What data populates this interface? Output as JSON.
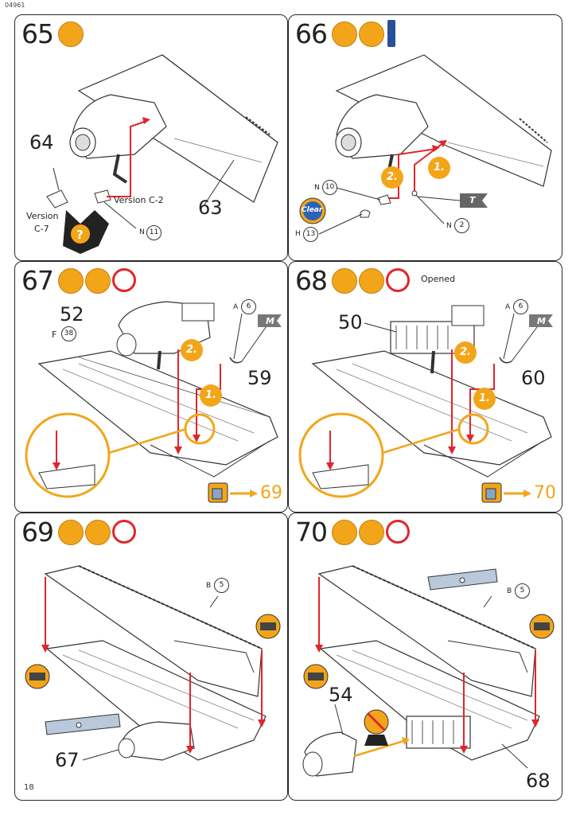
{
  "header": {
    "code": "04961",
    "page_number": "18"
  },
  "colors": {
    "accent": "#f3a51a",
    "arrow_red": "#e0262b",
    "outline": "#2a2a2a",
    "callout": "#f3a51a"
  },
  "panels": [
    {
      "step": "65",
      "icons": [
        "glue-icon"
      ],
      "labels": {
        "part_wing": "63",
        "part_small": "64",
        "version_a": "Version",
        "version_a2": "C-7",
        "version_b": "Version C-2",
        "ref_letter": "N",
        "ref_num": "11"
      }
    },
    {
      "step": "66",
      "icons": [
        "glue-icon",
        "paint-icon",
        "clear-glue-tube-icon"
      ],
      "labels": {
        "n10_letter": "N",
        "n10_num": "10",
        "h13_letter": "H",
        "h13_num": "13",
        "n2_letter": "N",
        "n2_num": "2",
        "clear_badge": "Clear",
        "badge_1": "1.",
        "badge_2": "2.",
        "flag": "T"
      }
    },
    {
      "step": "67",
      "icons": [
        "question-icon",
        "glue-icon",
        "clock-icon"
      ],
      "labels": {
        "part_engine": "52",
        "f_letter": "F",
        "f_num": "38",
        "a_letter": "A",
        "a_num": "6",
        "flag": "M",
        "part_wing": "59",
        "badge_1": "1.",
        "badge_2": "2.",
        "next_step": "69"
      }
    },
    {
      "step": "68",
      "icons": [
        "question-icon",
        "glue-icon",
        "clock-icon"
      ],
      "extra_text": "Opened",
      "labels": {
        "part_engine": "50",
        "a_letter": "A",
        "a_num": "6",
        "flag": "M",
        "part_wing": "60",
        "badge_1": "1.",
        "badge_2": "2.",
        "next_step": "70"
      }
    },
    {
      "step": "69",
      "icons": [
        "question-icon",
        "glue-icon",
        "clock-icon"
      ],
      "labels": {
        "b_letter": "B",
        "b_num": "5",
        "part_ref": "67"
      }
    },
    {
      "step": "70",
      "icons": [
        "question-icon",
        "glue-icon",
        "clock-icon"
      ],
      "labels": {
        "b_letter": "B",
        "b_num": "5",
        "part_engine": "54",
        "part_ref": "68"
      }
    }
  ]
}
